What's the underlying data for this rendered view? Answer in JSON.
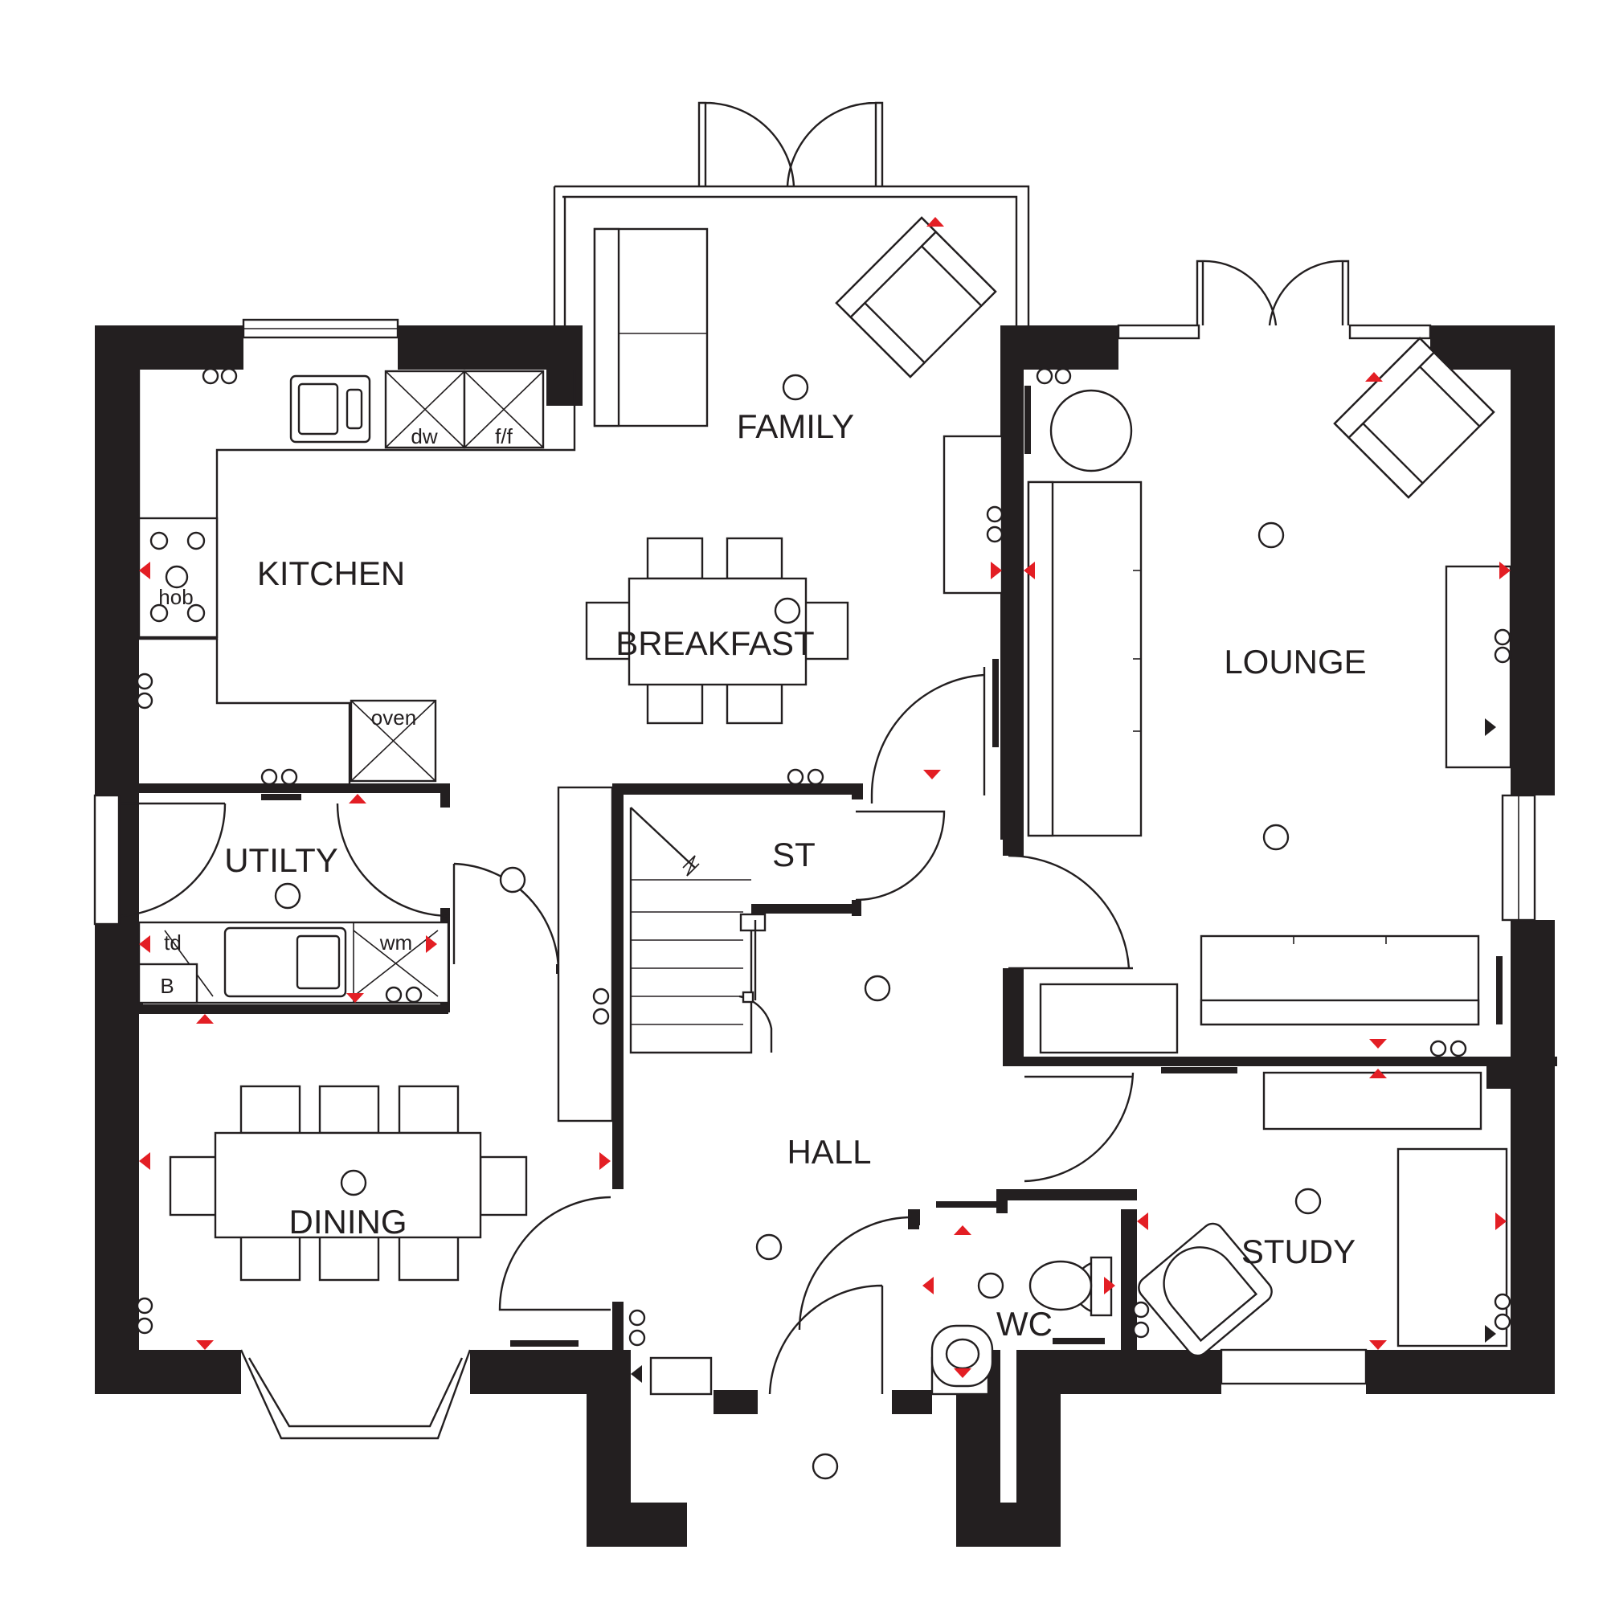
{
  "rooms": {
    "family": "FAMILY",
    "kitchen": "KITCHEN",
    "breakfast": "BREAKFAST",
    "lounge": "LOUNGE",
    "utility": "UTILTY",
    "st": "ST",
    "hall": "HALL",
    "dining": "DINING",
    "study": "STUDY",
    "wc": "WC"
  },
  "appliances": {
    "dishwasher": "dw",
    "fridge_freezer": "f/f",
    "hob": "hob",
    "oven": "oven",
    "tumble_dryer": "td",
    "washing_machine": "wm",
    "boiler": "B"
  },
  "colors": {
    "wall": "#231f20",
    "marker": "#e31e24",
    "background": "#ffffff"
  }
}
